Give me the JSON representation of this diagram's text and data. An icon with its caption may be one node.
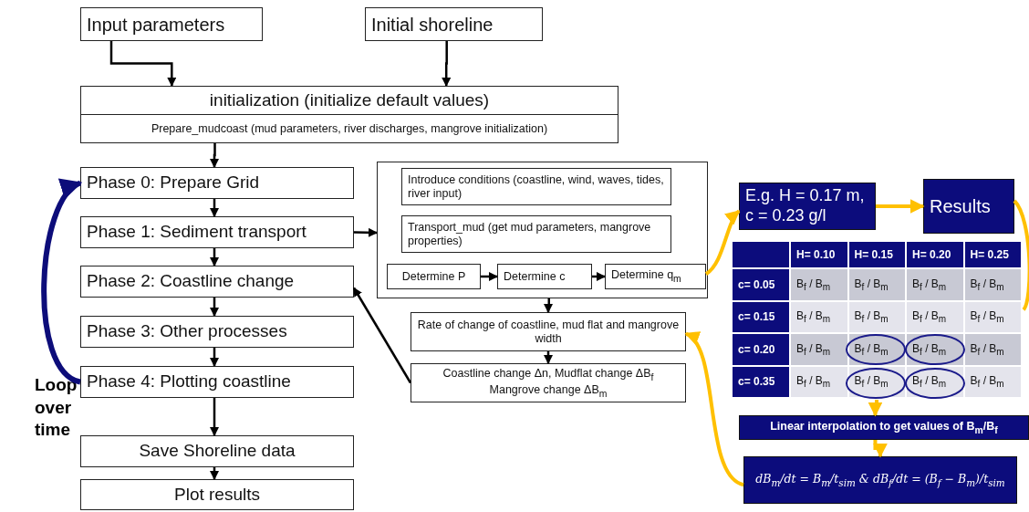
{
  "diagram": {
    "nodes": [
      {
        "text": [
          "Input parameters"
        ]
      },
      {
        "text": [
          "Initial shoreline"
        ]
      },
      {
        "text": [
          "initialization (initialize default values)",
          "Prepare_mudcoast (mud parameters, river discharges, mangrove initialization)"
        ]
      },
      {
        "text": [
          "Phase 0: Prepare Grid"
        ]
      },
      {
        "text": [
          "Phase 1: Sediment transport"
        ]
      },
      {
        "text": [
          "Phase 2: Coastline change"
        ]
      },
      {
        "text": [
          "Phase 3: Other processes"
        ]
      },
      {
        "text": [
          "Phase 4: Plotting coastline"
        ]
      },
      {
        "text": [
          "Save Shoreline data"
        ]
      },
      {
        "text": [
          "Plot results"
        ]
      },
      {
        "text": [],
        "shape": "box"
      },
      {
        "text": [
          "Introduce conditions (coastline, wind, waves, tides, river input)"
        ],
        "in": 10
      },
      {
        "text": [
          "Transport_mud (get mud parameters, mangrove properties)"
        ],
        "in": 10
      },
      {
        "text": [
          "Determine P"
        ],
        "in": 10
      },
      {
        "text": [
          "Determine c"
        ],
        "in": 10
      },
      {
        "text": [
          "Determine q$_{m}$"
        ],
        "in": 10
      },
      {
        "text": [
          "Rate of change of coastline, mud flat and mangrove width"
        ]
      },
      {
        "text": [
          "Coastline change Δn, Mudflat change ΔB$_{f}$ Mangrove change ΔB$_{m}$"
        ]
      },
      {
        "text": [
          "E.g. H = 0.17 m, c = 0.23 g/l"
        ]
      },
      {
        "text": [
          "Results"
        ]
      },
      {
        "text": [],
        "shape": "box"
      },
      {
        "text": [
          "Linear interpolation to get values of B$_{m}$/B$_{f}$"
        ]
      },
      {
        "text": [
          "dB$_{m}$/dt = B$_{m}$/t$_{sim}$ & dB$_{f}$/dt = (B$_{f}$ − B$_{m}$)/t$_{sim}$"
        ]
      }
    ],
    "edges": [
      {
        "from": 0,
        "to": 2,
        "arrow": "to"
      },
      {
        "from": 1,
        "to": 2,
        "arrow": "to"
      },
      {
        "from": 2,
        "to": 3,
        "arrow": "to"
      },
      {
        "from": 3,
        "to": 4,
        "arrow": "to"
      },
      {
        "from": 4,
        "to": 5,
        "arrow": "to"
      },
      {
        "from": 5,
        "to": 6,
        "arrow": "to"
      },
      {
        "from": 6,
        "to": 7,
        "arrow": "to"
      },
      {
        "from": 7,
        "to": 8,
        "arrow": "to"
      },
      {
        "from": 8,
        "to": 9,
        "arrow": "to"
      },
      {
        "from": 7,
        "to": 3,
        "arrow": "to",
        "style": "thick",
        "color": "#0d0d7a"
      },
      {
        "from": 4,
        "to": 10,
        "arrow": "to"
      },
      {
        "from": 13,
        "to": 14,
        "arrow": "to"
      },
      {
        "from": 14,
        "to": 15,
        "arrow": "to"
      },
      {
        "from": 10,
        "to": 16,
        "arrow": "to"
      },
      {
        "from": 16,
        "to": 17,
        "arrow": "to"
      },
      {
        "from": 17,
        "to": 5,
        "arrow": "to"
      },
      {
        "from": 15,
        "to": 18,
        "arrow": "to",
        "color": "#ffc000"
      },
      {
        "from": 18,
        "to": 19,
        "arrow": "to",
        "color": "#ffc000"
      },
      {
        "from": 19,
        "to": 20,
        "arrow": "none",
        "color": "#ffc000"
      },
      {
        "from": 20,
        "to": 21,
        "arrow": "to",
        "color": "#ffc000"
      },
      {
        "from": 21,
        "to": 22,
        "arrow": "to",
        "color": "#ffc000"
      },
      {
        "from": 22,
        "to": 16,
        "arrow": "to",
        "color": "#ffc000"
      }
    ],
    "labels": [
      "Loop over time",
      "H= 0.10",
      "H= 0.15",
      "H= 0.20",
      "H= 0.25",
      "c= 0.05",
      "B$_{f}$ / B$_{m}$",
      "B$_{f}$ / B$_{m}$",
      "B$_{f}$ / B$_{m}$",
      "B$_{f}$ / B$_{m}$",
      "c= 0.15",
      "B$_{f}$ / B$_{m}$",
      "B$_{f}$ / B$_{m}$",
      "B$_{f}$ / B$_{m}$",
      "B$_{f}$ / B$_{m}$",
      "c= 0.20",
      "B$_{f}$ / B$_{m}$",
      "B$_{f}$ / B$_{m}$",
      "B$_{f}$ / B$_{m}$",
      "B$_{f}$ / B$_{m}$",
      "c= 0.35",
      "B$_{f}$ / B$_{m}$",
      "B$_{f}$ / B$_{m}$",
      "B$_{f}$ / B$_{m}$",
      "B$_{f}$ / B$_{m}$"
    ]
  }
}
